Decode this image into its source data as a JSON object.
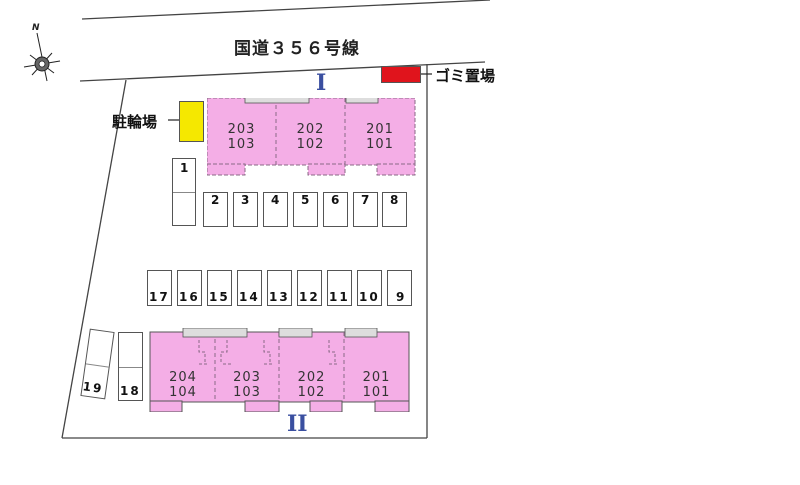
{
  "road": {
    "label": "国道３５６号線"
  },
  "compass": {
    "north_label": "N"
  },
  "legend": {
    "bicycle_parking": "駐輪場",
    "garbage_area": "ゴミ置場"
  },
  "colors": {
    "building_fill": "#f4aee6",
    "building_border": "#8a6a86",
    "bicycle_parking": "#f5e800",
    "garbage_area": "#e0141c",
    "roman_label": "#3a4fa0"
  },
  "buildings": [
    {
      "name": "I",
      "units": [
        {
          "upper": "203",
          "lower": "103"
        },
        {
          "upper": "202",
          "lower": "102"
        },
        {
          "upper": "201",
          "lower": "101"
        }
      ]
    },
    {
      "name": "II",
      "units": [
        {
          "upper": "204",
          "lower": "104"
        },
        {
          "upper": "203",
          "lower": "103"
        },
        {
          "upper": "202",
          "lower": "102"
        },
        {
          "upper": "201",
          "lower": "101"
        }
      ]
    }
  ],
  "parking": {
    "top_row": [
      "1",
      "2",
      "3",
      "4",
      "5",
      "6",
      "7",
      "8"
    ],
    "middle_row": [
      "17",
      "16",
      "15",
      "14",
      "13",
      "12",
      "11",
      "10",
      "9"
    ],
    "bottom_left": [
      "19",
      "18"
    ]
  }
}
